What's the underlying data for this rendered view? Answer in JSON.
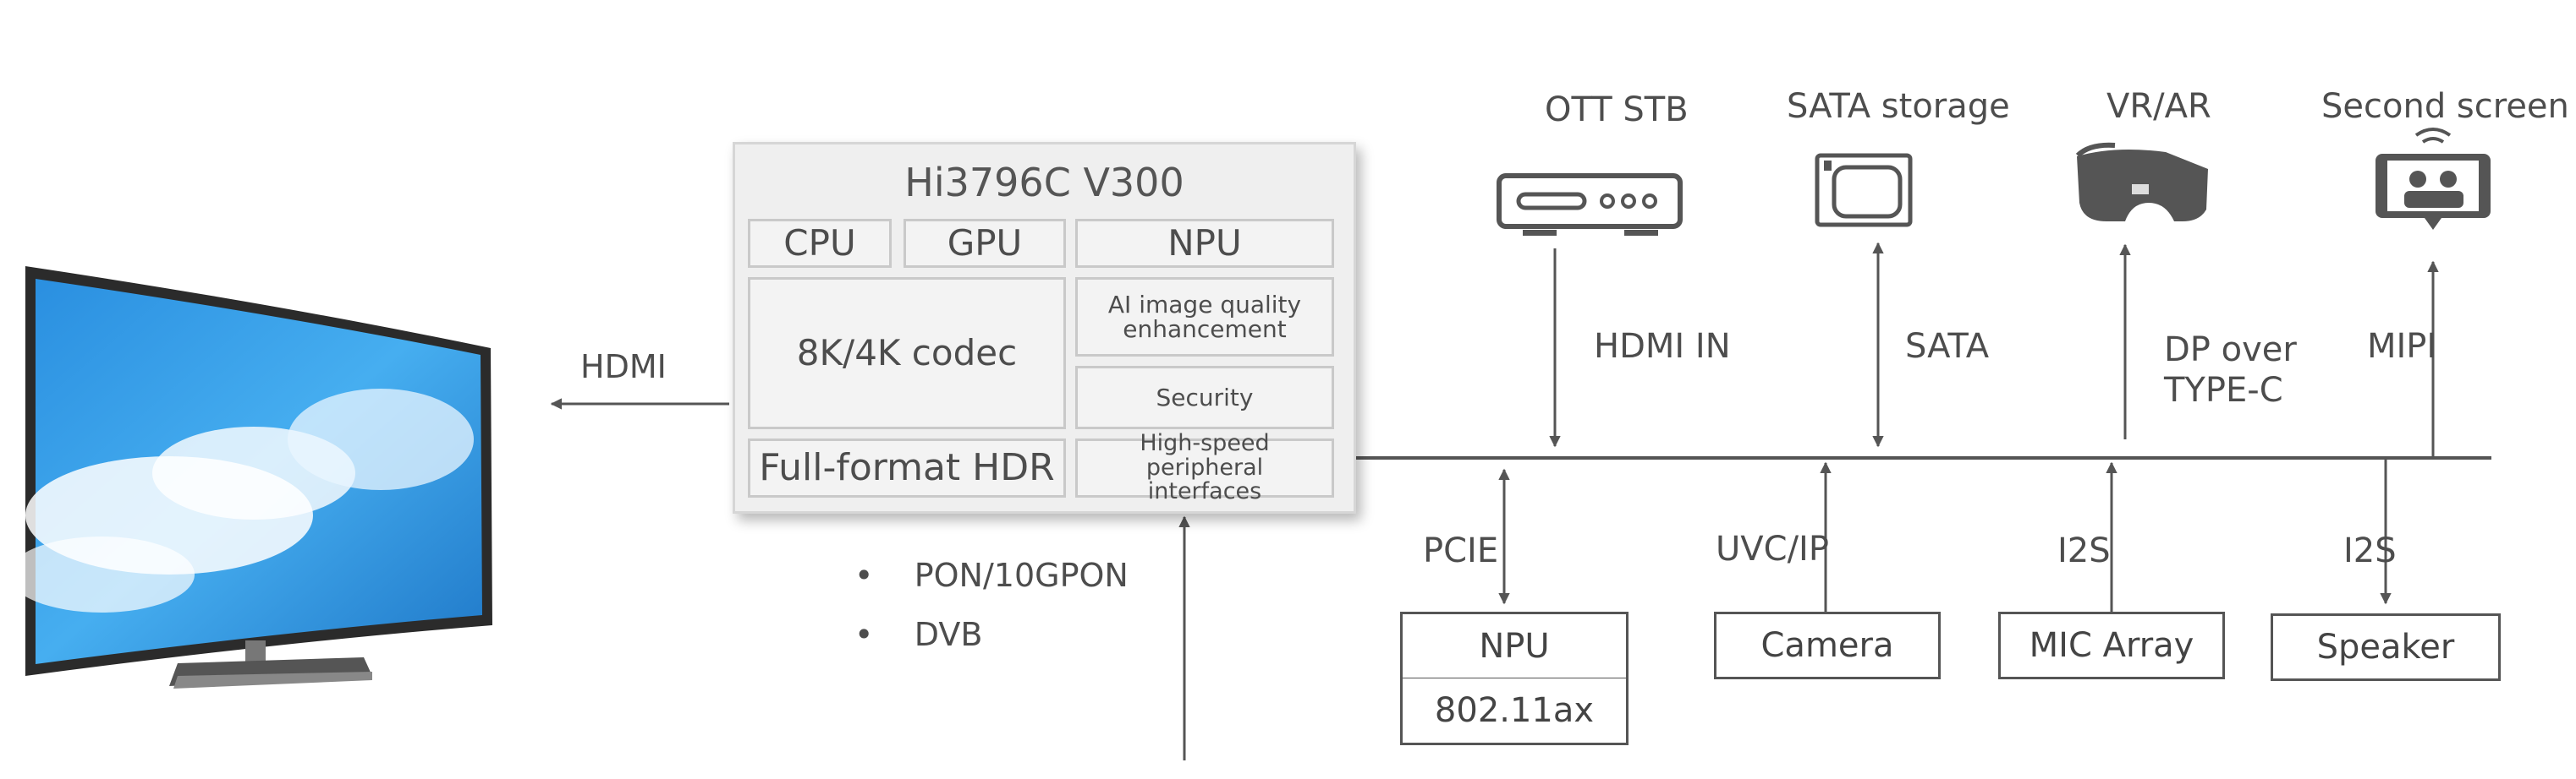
{
  "soc": {
    "title": "Hi3796C V300",
    "blocks": {
      "cpu": "CPU",
      "gpu": "GPU",
      "npu": "NPU",
      "codec": "8K/4K codec",
      "ai": "AI image quality enhancement",
      "security": "Security",
      "hdr": "Full-format HDR",
      "peripheral": "High-speed peripheral interfaces"
    }
  },
  "display": {
    "link_label": "HDMI",
    "icon": "curved-tv-icon"
  },
  "input_bullets": [
    "PON/10GPON",
    "DVB"
  ],
  "top_devices": [
    {
      "name": "OTT STB",
      "link": "HDMI IN",
      "icon": "set-top-box-icon"
    },
    {
      "name": "SATA storage",
      "link": "SATA",
      "icon": "storage-drive-icon"
    },
    {
      "name": "VR/AR",
      "link": "DP over TYPE-C",
      "icon": "vr-headset-icon"
    },
    {
      "name": "Second screen",
      "link": "MIPI",
      "icon": "tablet-screen-icon"
    }
  ],
  "bottom_devices": [
    {
      "name": "NPU",
      "sub": "802.11ax",
      "link": "PCIE"
    },
    {
      "name": "Camera",
      "link": "UVC/IP"
    },
    {
      "name": "MIC Array",
      "link": "I2S"
    },
    {
      "name": "Speaker",
      "link": "I2S"
    }
  ],
  "colors": {
    "line": "#555555",
    "soc_bg": "#efefef",
    "cell_border": "#c9c9c9"
  }
}
